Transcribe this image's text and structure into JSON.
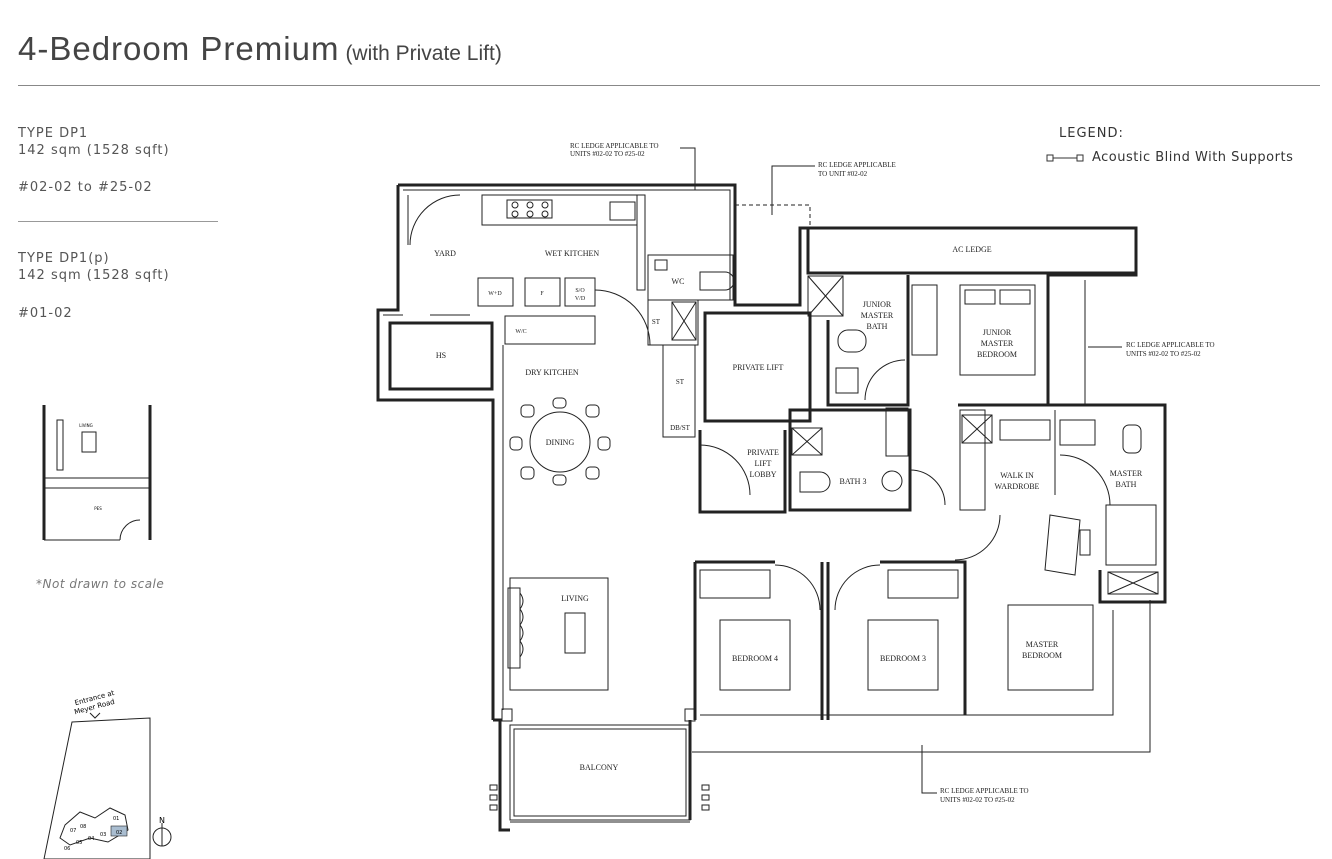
{
  "header": {
    "title": "4-Bedroom Premium",
    "subtitle": "(with Private Lift)"
  },
  "units": [
    {
      "type": "TYPE DP1",
      "area": "142 sqm (1528 sqft)",
      "units": "#02-02 to #25-02"
    },
    {
      "type": "TYPE DP1(p)",
      "area": "142 sqm (1528 sqft)",
      "units": "#01-02"
    }
  ],
  "inset_note": "*Not drawn to scale",
  "inset_labels": {
    "living": "LIVING",
    "ps": "PES"
  },
  "site_plan": {
    "entrance": [
      "Entrance at",
      "Meyer Road"
    ],
    "north": "N",
    "blocks": [
      "07",
      "08",
      "01",
      "02",
      "03",
      "04",
      "05",
      "06"
    ]
  },
  "legend": {
    "title": "LEGEND:",
    "item": "Acoustic Blind With Supports"
  },
  "annotations": {
    "ledge_top_left": [
      "RC LEDGE APPLICABLE TO",
      "UNITS #02-02 TO #25-02"
    ],
    "ledge_top_right": [
      "RC LEDGE APPLICABLE",
      "TO UNIT #02-02"
    ],
    "ledge_right": [
      "RC LEDGE APPLICABLE TO",
      "UNITS #02-02 TO #25-02"
    ],
    "ledge_bottom": [
      "RC LEDGE APPLICABLE TO",
      "UNITS #02-02 TO #25-02"
    ]
  },
  "rooms": {
    "yard": "YARD",
    "wet_kitchen": "WET KITCHEN",
    "hs": "HS",
    "wd": "W+D",
    "f": "F",
    "so": "S/O",
    "vd": "V/D",
    "wc_small": "W/C",
    "wc": "WC",
    "st1": "ST",
    "st2": "ST",
    "dbst": "DB/ST",
    "dry_kitchen": "DRY KITCHEN",
    "dining": "DINING",
    "private_lift": "PRIVATE LIFT",
    "private_lift_lobby": [
      "PRIVATE",
      "LIFT",
      "LOBBY"
    ],
    "ac_ledge": "AC LEDGE",
    "junior_master_bath": [
      "JUNIOR",
      "MASTER",
      "BATH"
    ],
    "junior_master_bedroom": [
      "JUNIOR",
      "MASTER",
      "BEDROOM"
    ],
    "bath3": "BATH 3",
    "walk_in_wardrobe": [
      "WALK IN",
      "WARDROBE"
    ],
    "master_bath": [
      "MASTER",
      "BATH"
    ],
    "living": "LIVING",
    "bedroom4": "BEDROOM 4",
    "bedroom3": "BEDROOM 3",
    "master_bedroom": [
      "MASTER",
      "BEDROOM"
    ],
    "balcony": "BALCONY"
  }
}
